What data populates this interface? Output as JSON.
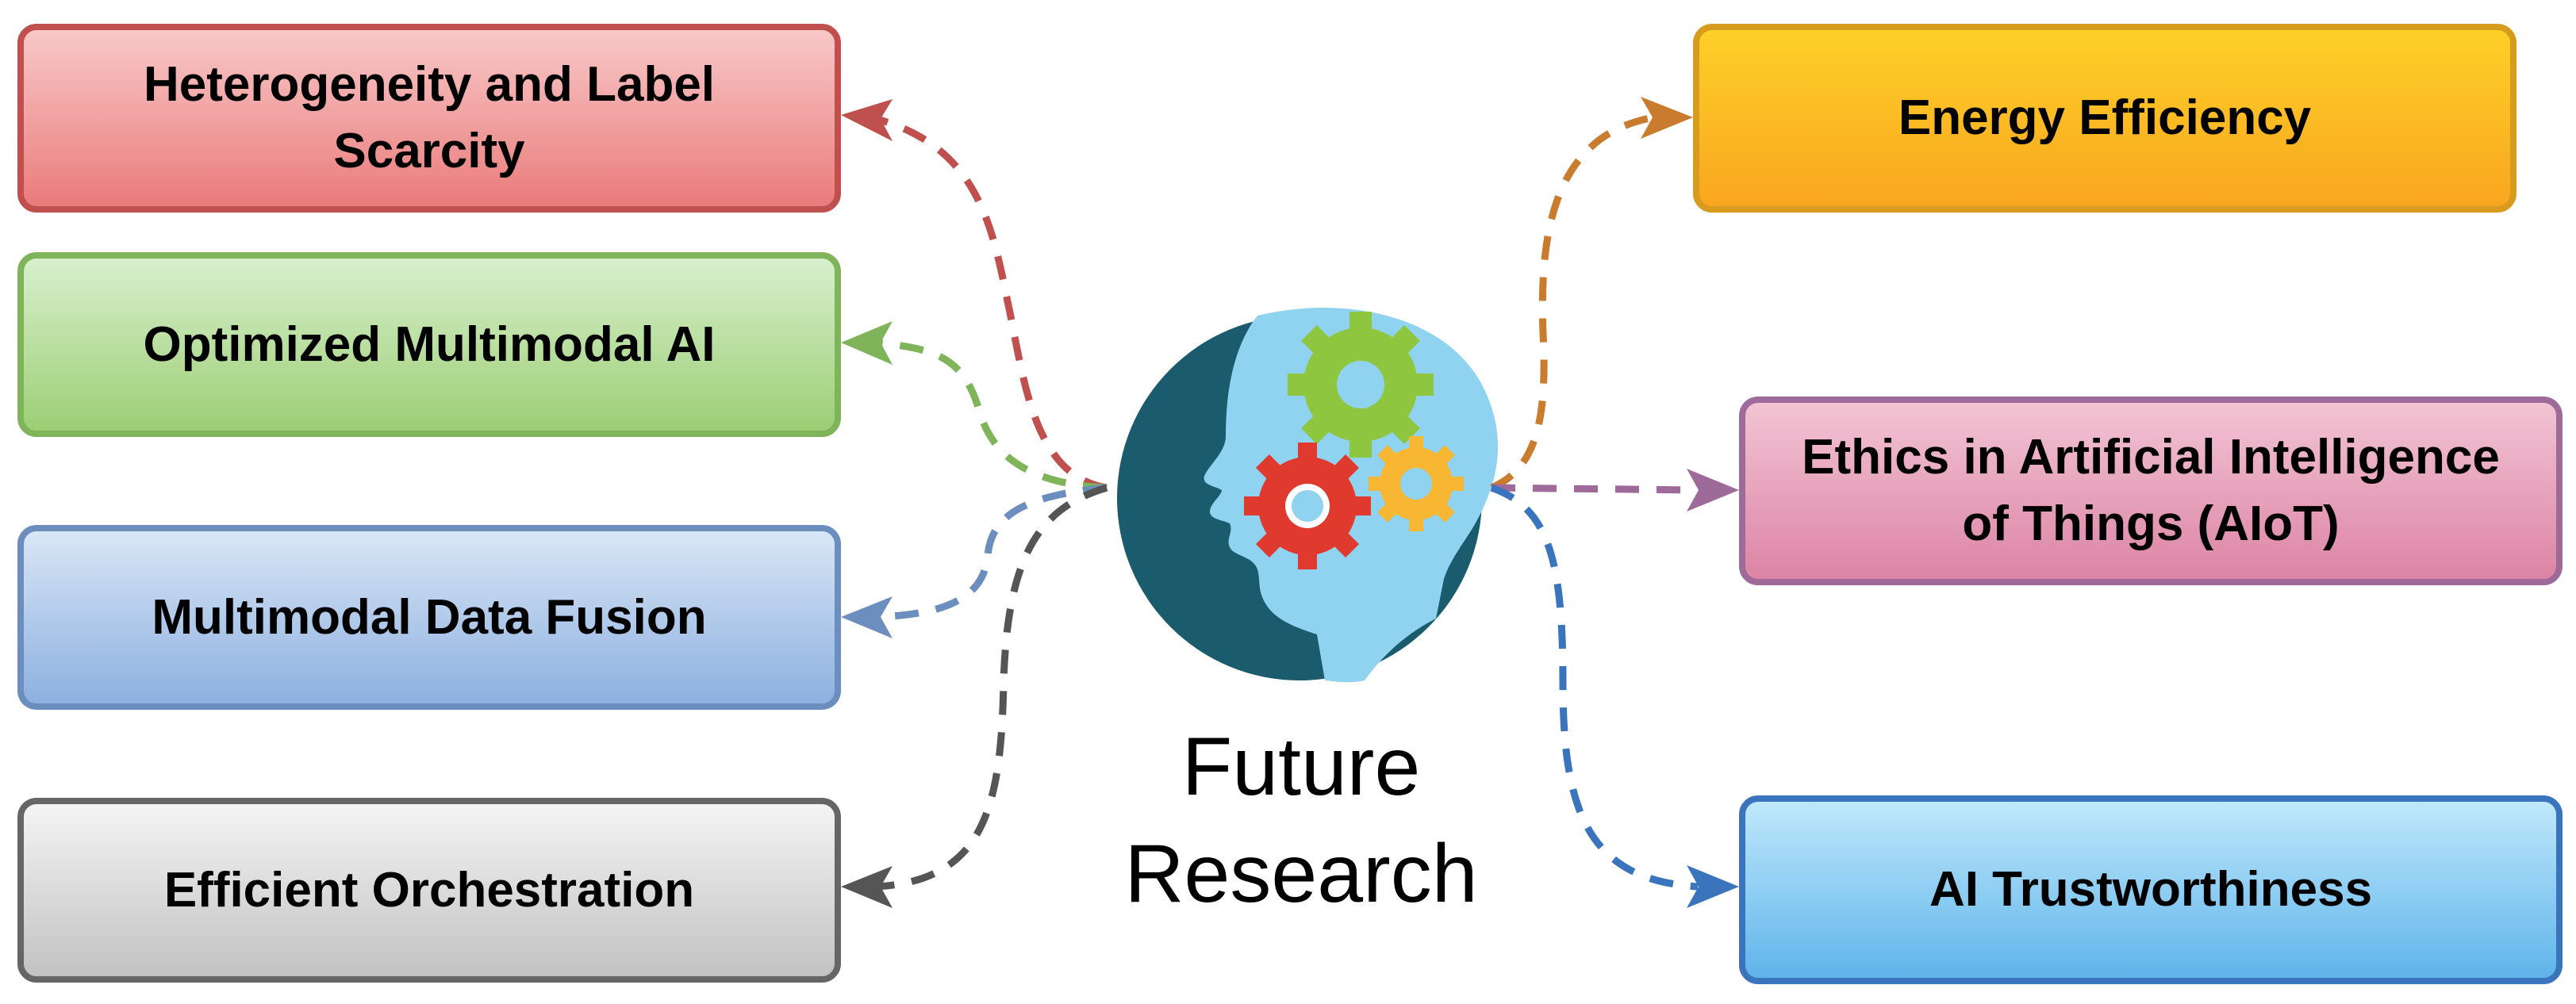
{
  "boxes": {
    "heterogeneity": {
      "line1": "Heterogeneity and Label",
      "line2": "Scarcity"
    },
    "optimized": "Optimized Multimodal AI",
    "fusion": "Multimodal Data Fusion",
    "orchestration": "Efficient Orchestration",
    "energy": "Energy Efficiency",
    "ethics": {
      "line1": "Ethics in Artificial Intelligence",
      "line2": "of Things (AIoT)"
    },
    "trust": "AI Trustworthiness"
  },
  "center": {
    "line1": "Future",
    "line2": "Research"
  },
  "colors": {
    "hetero_arrow": "#c0504d",
    "optim_arrow": "#7fb45a",
    "fusion_arrow": "#6c8ebf",
    "orch_arrow": "#555555",
    "energy_arrow": "#c97c2d",
    "ethics_arrow": "#9e6a9a",
    "trust_arrow": "#3a74bc",
    "head_dark": "#1a5c6e",
    "head_light": "#8fd3f0",
    "gear_green": "#8ec63f",
    "gear_red": "#e03a2f",
    "gear_yellow": "#f7b733"
  },
  "icon": "head-with-gears-icon"
}
